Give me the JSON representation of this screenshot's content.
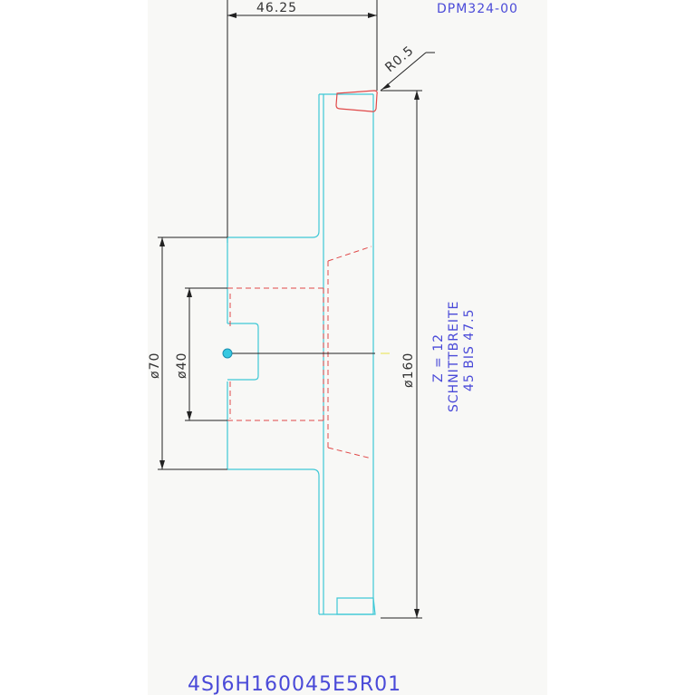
{
  "drawing": {
    "header_ref": "DPM324-00",
    "part_number": "4SJ6H160045E5R01"
  },
  "dimensions": {
    "width_dim": "46.25",
    "radius_dim": "R0.5",
    "dia_outer": "ø160",
    "dia_hub": "ø70",
    "dia_bore": "ø40"
  },
  "notes": {
    "teeth": "Z  =  12",
    "label": "SCHNITTBREITE",
    "range": "45  BIS  47.5"
  },
  "colors": {
    "background_panel": "#f8f8f6",
    "outline": "#3fc8d6",
    "hidden": "#e04848",
    "dimension": "#222222",
    "text_blue": "#4a4ad8"
  }
}
